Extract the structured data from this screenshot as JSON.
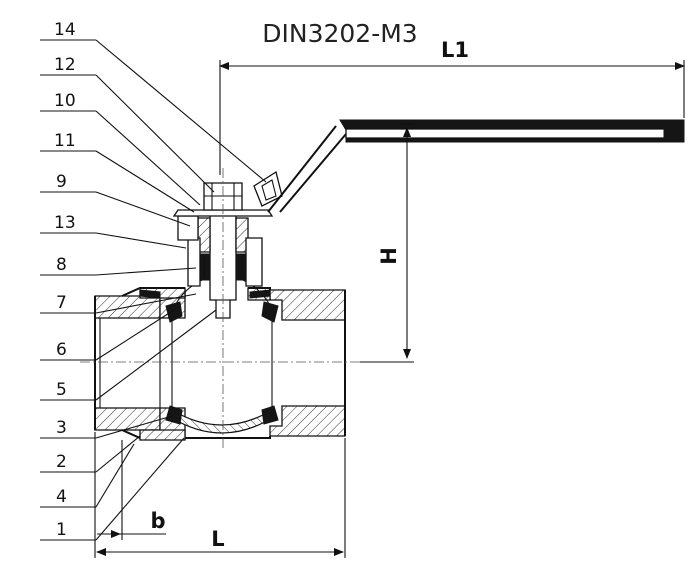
{
  "title": "DIN3202-M3",
  "dimensions": {
    "overall_length": "L1",
    "height": "H",
    "body_length": "L",
    "thread_length": "b"
  },
  "callouts": [
    "14",
    "12",
    "10",
    "11",
    "9",
    "13",
    "8",
    "7",
    "6",
    "5",
    "3",
    "2",
    "4",
    "1"
  ],
  "colors": {
    "line": "#111111",
    "background": "#ffffff",
    "handle": "#151515"
  }
}
